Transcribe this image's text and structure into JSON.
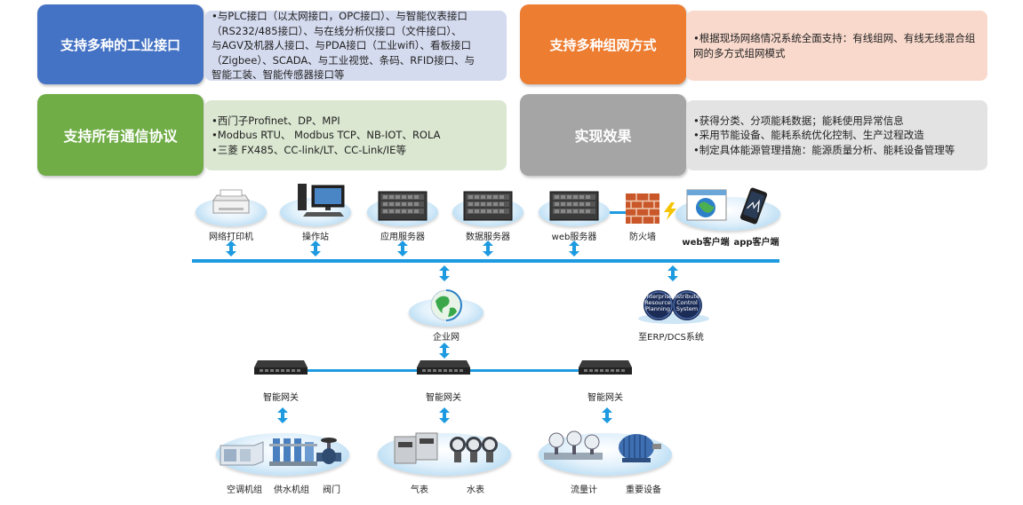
{
  "cards": {
    "industrial": {
      "title": "支持多种的工业接口",
      "lines": [
        "•与PLC接口（以太网接口，OPC接口）、与智能仪表接口",
        "（RS232/485接口）、与在线分析仪接口（文件接口）、",
        "与AGV及机器人接口、与PDA接口（工业wifi）、看板接口",
        "（Zigbee）、SCADA、与工业视觉、条码、RFID接口、与",
        "智能工装、智能传感器接口等"
      ]
    },
    "network": {
      "title": "支持多种组网方式",
      "lines": [
        "•根据现场网络情况系统全面支持：有线组网、有线无线混合组网的多方式组网模式"
      ]
    },
    "protocol": {
      "title": "支持所有通信协议",
      "lines": [
        "•西门子Profinet、DP、MPI",
        "•Modbus RTU、 Modbus TCP、NB-IOT、ROLA",
        "•三菱 FX485、CC-link/LT、CC-Link/IE等"
      ]
    },
    "effect": {
      "title": "实现效果",
      "lines": [
        "•获得分类、分项能耗数据；能耗使用异常信息",
        "•采用节能设备、能耗系统优化控制、生产过程改造",
        "•制定具体能源管理措施：能源质量分析、能耗设备管理等"
      ]
    }
  },
  "colors": {
    "industrial_title": "#4472c4",
    "industrial_body": "#d5dbef",
    "network_title": "#ed7d31",
    "network_body": "#f9d9cc",
    "protocol_title": "#70ad47",
    "protocol_body": "#dbe7d1",
    "effect_title": "#a5a5a5",
    "effect_body": "#e3e3e3",
    "bus": "#1e9be0"
  },
  "diagram": {
    "top_nodes": [
      "网络打印机",
      "操作站",
      "应用服务器",
      "数据服务器",
      "web服务器",
      "防火墙"
    ],
    "clients": [
      "web客户端",
      "app客户端"
    ],
    "enterprise_net": "企业网",
    "erp": {
      "label": "至ERP/DCS系统",
      "left_text": "Enterprise Resource Planning",
      "right_text": "Distributed Control System"
    },
    "gateways": [
      "智能网关",
      "智能网关",
      "智能网关"
    ],
    "field_devices": [
      "空调机组",
      "供水机组",
      "阀门",
      "气表",
      "水表",
      "流量计",
      "重要设备"
    ]
  }
}
